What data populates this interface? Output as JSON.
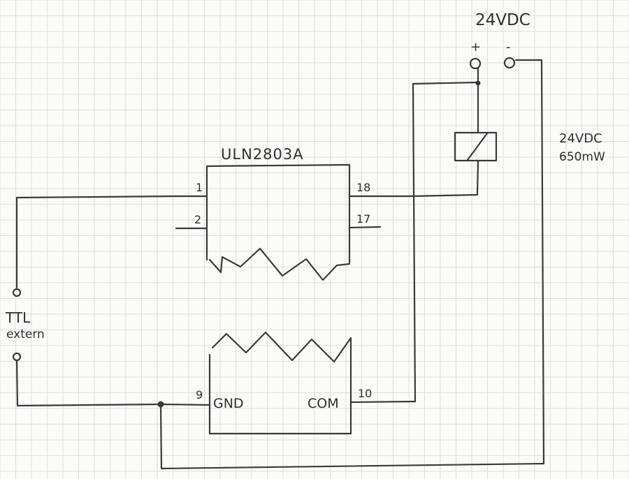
{
  "ic": {
    "name": "ULN2803A",
    "pins": {
      "p1": "1",
      "p2": "2",
      "p18": "18",
      "p17": "17",
      "p9": "9",
      "p10": "10"
    },
    "gnd_label": "GND",
    "com_label": "COM"
  },
  "supply": {
    "label": "24VDC",
    "plus": "+",
    "minus": "-"
  },
  "relay": {
    "voltage": "24VDC",
    "power": "650mW"
  },
  "ttl": {
    "line1": "TTL",
    "line2": "extern"
  }
}
